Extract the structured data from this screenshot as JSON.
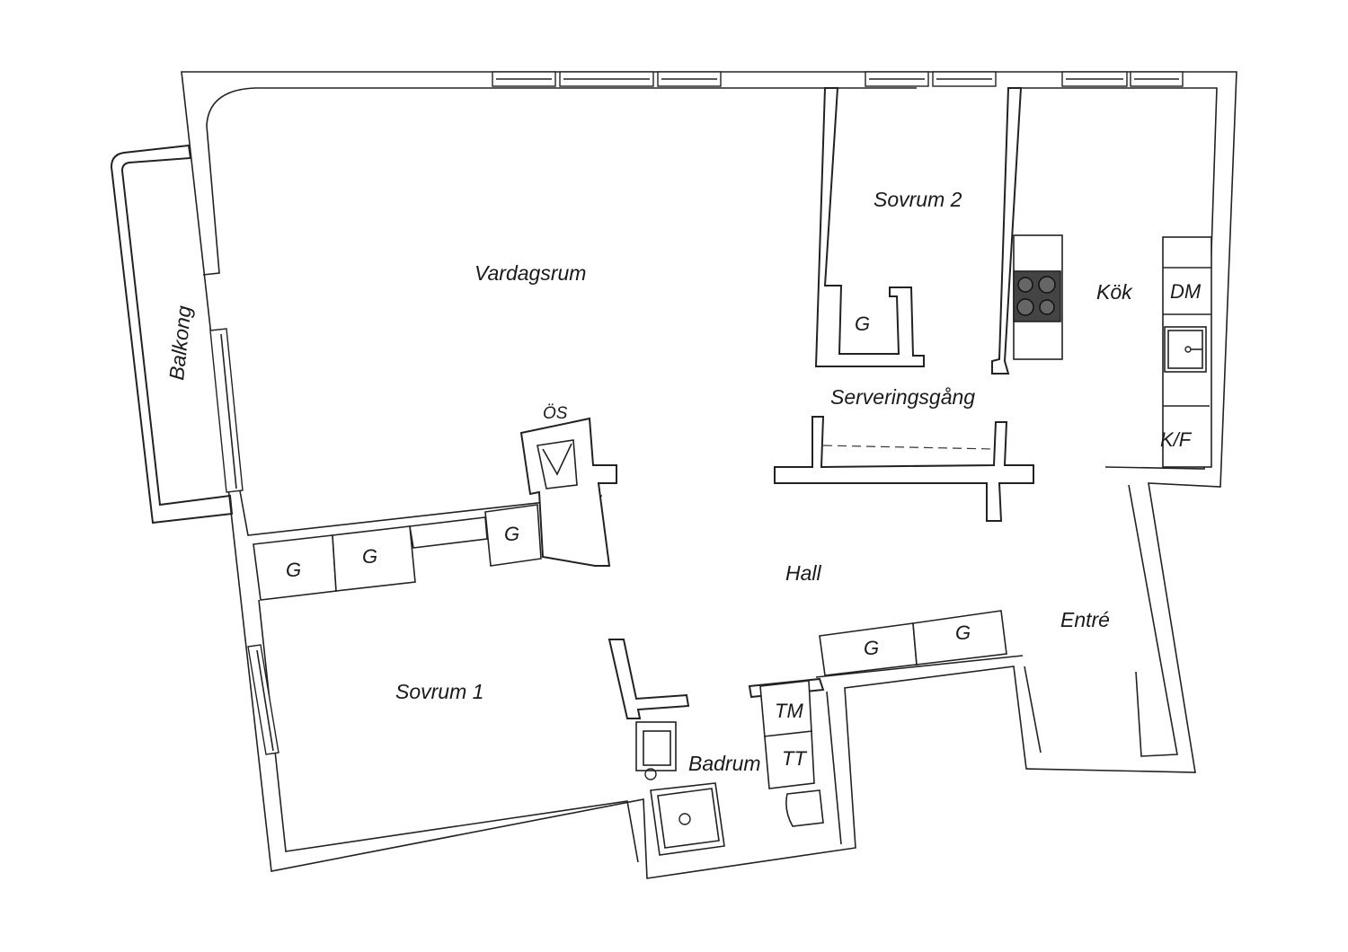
{
  "plan": {
    "rooms": {
      "vardagsrum": "Vardagsrum",
      "sovrum2": "Sovrum 2",
      "kok": "Kök",
      "balkong": "Balkong",
      "serveringsgang": "Serveringsgång",
      "hall": "Hall",
      "entre": "Entré",
      "sovrum1": "Sovrum 1",
      "badrum": "Badrum"
    },
    "fixtures": {
      "garderob": "G",
      "diskmaskin": "DM",
      "kyl_frys": "K/F",
      "tvattmaskin": "TM",
      "torktumlare": "TT",
      "oppen_spis": "ÖS"
    },
    "colors": {
      "wall_stroke": "#222222",
      "background": "#ffffff",
      "stove_fill": "#444444"
    }
  }
}
